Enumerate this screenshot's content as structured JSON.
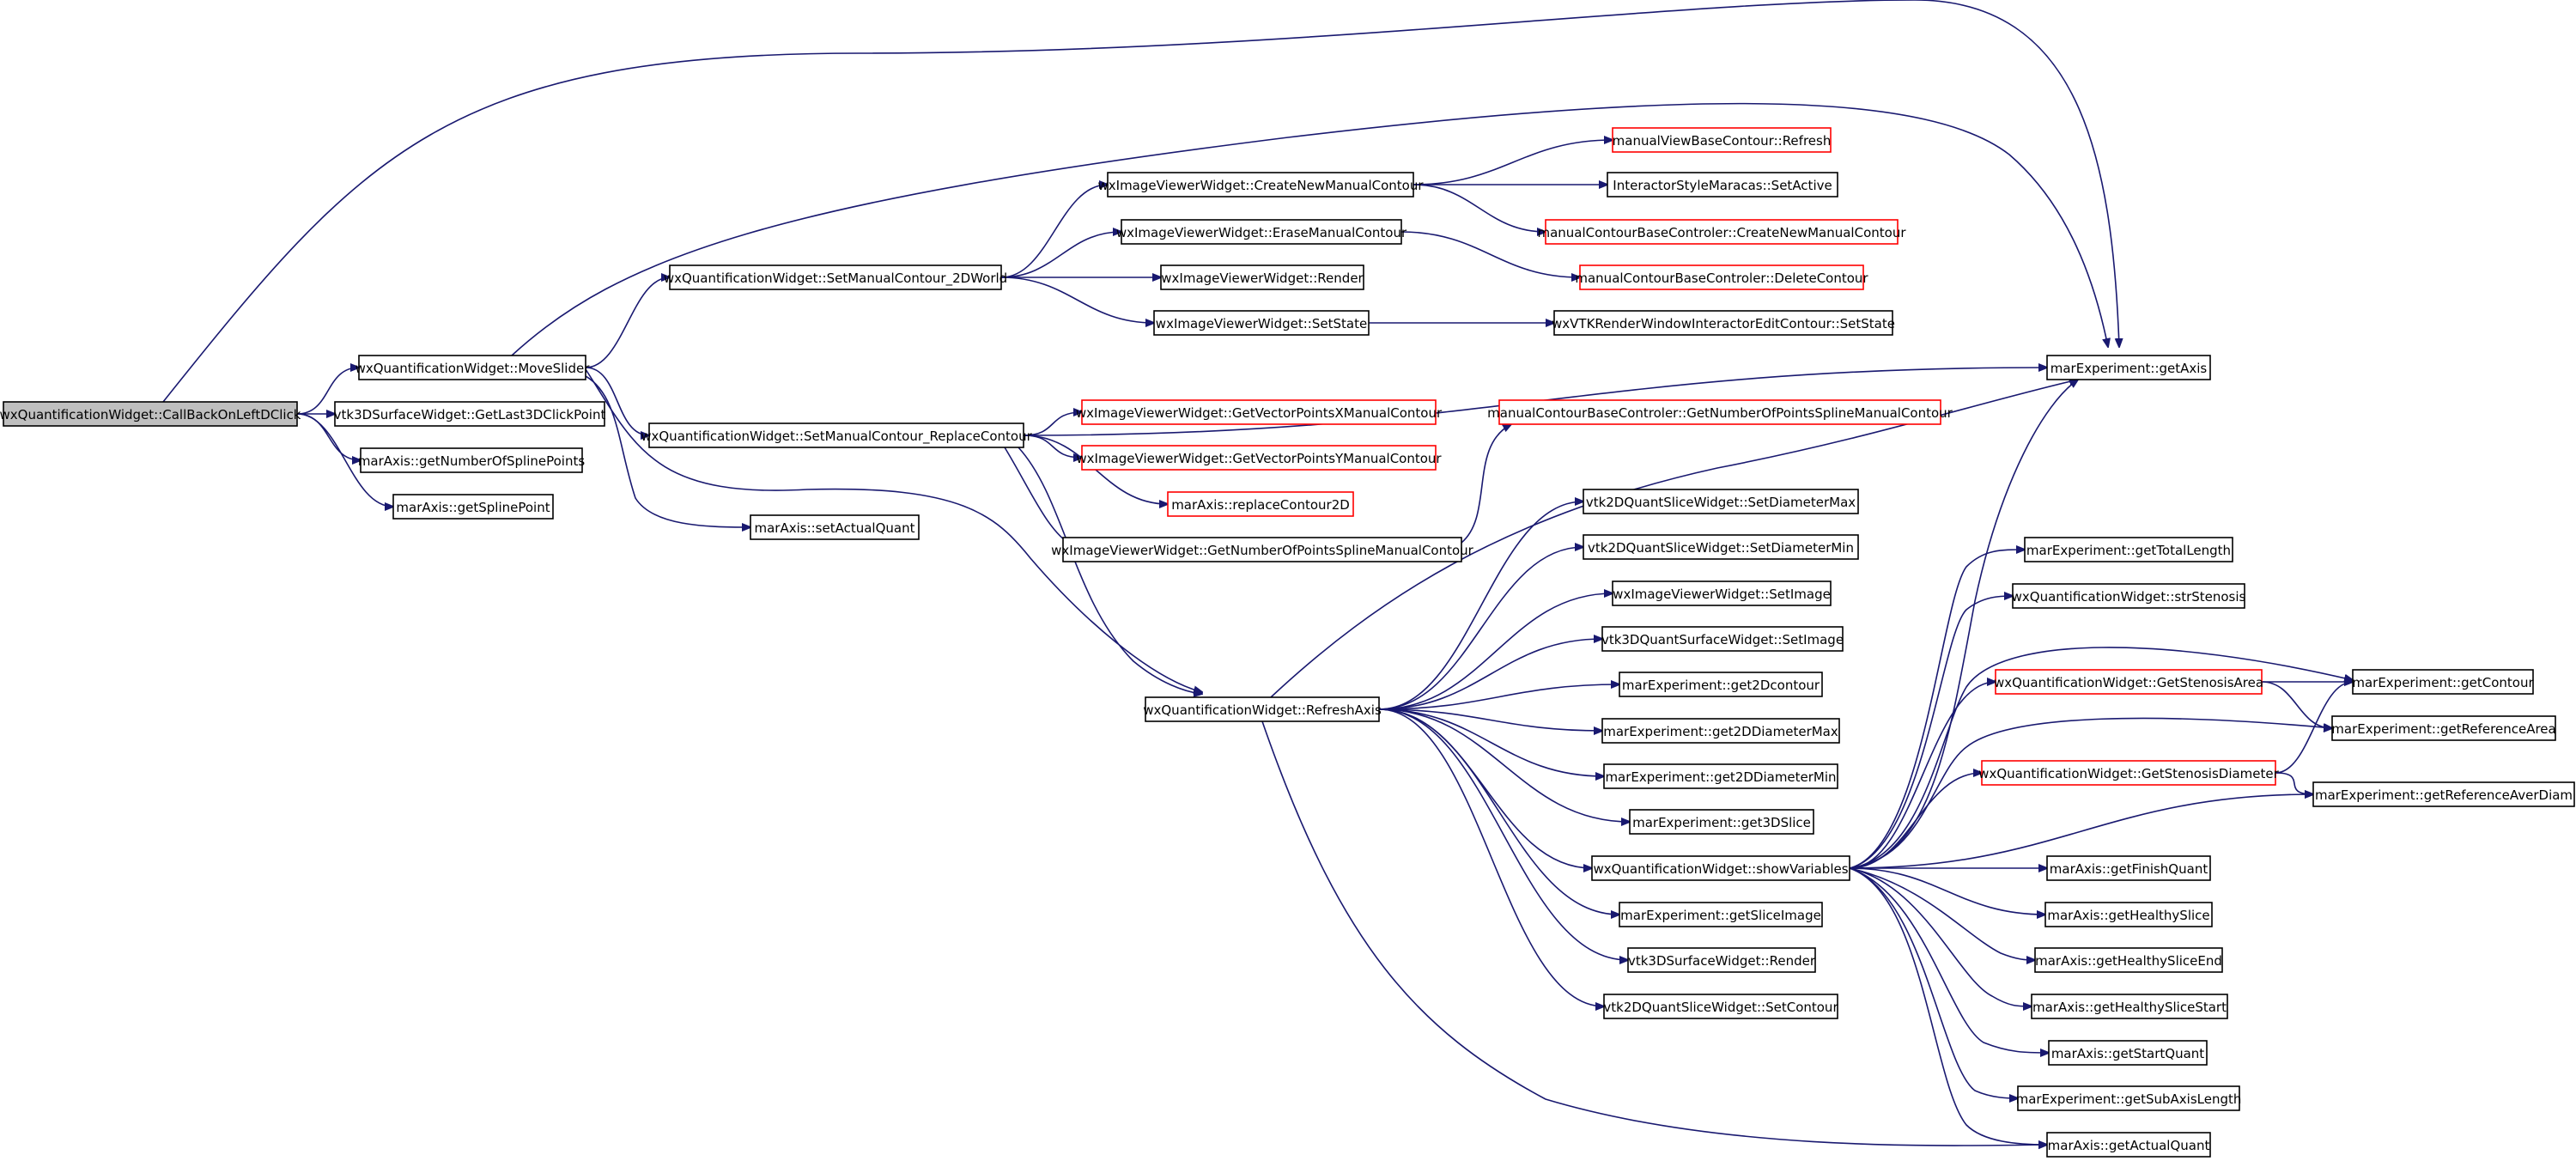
{
  "colors": {
    "edge": "#191970",
    "node_border": "#000000",
    "node_border_external": "#ff0000",
    "root_fill": "#bfbfbf",
    "node_fill": "#ffffff"
  },
  "nodes": [
    {
      "id": "root",
      "label": "wxQuantificationWidget::CallBackOnLeftDClick",
      "style": "root"
    },
    {
      "id": "moveslider",
      "label": "wxQuantificationWidget::MoveSlider",
      "style": "normal"
    },
    {
      "id": "getlast3d",
      "label": "vtk3DSurfaceWidget::GetLast3DClickPoint",
      "style": "normal"
    },
    {
      "id": "getnumspline",
      "label": "marAxis::getNumberOfSplinePoints",
      "style": "normal"
    },
    {
      "id": "getsplinepoint",
      "label": "marAxis::getSplinePoint",
      "style": "normal"
    },
    {
      "id": "setmanual2d",
      "label": "wxQuantificationWidget::SetManualContour_2DWorld",
      "style": "normal"
    },
    {
      "id": "setmanualreplace",
      "label": "wxQuantificationWidget::SetManualContour_ReplaceContour",
      "style": "normal"
    },
    {
      "id": "setactualquant",
      "label": "marAxis::setActualQuant",
      "style": "normal"
    },
    {
      "id": "createnewmanual",
      "label": "wxImageViewerWidget::CreateNewManualContour",
      "style": "normal"
    },
    {
      "id": "erasemanual",
      "label": "wxImageViewerWidget::EraseManualContour",
      "style": "normal"
    },
    {
      "id": "ivrender",
      "label": "wxImageViewerWidget::Render",
      "style": "normal"
    },
    {
      "id": "ivsetstate",
      "label": "wxImageViewerWidget::SetState",
      "style": "normal"
    },
    {
      "id": "mvbrefresh",
      "label": "manualViewBaseContour::Refresh",
      "style": "external"
    },
    {
      "id": "isetactive",
      "label": "InteractorStyleMaracas::SetActive",
      "style": "normal"
    },
    {
      "id": "mcbcreate",
      "label": "manualContourBaseControler::CreateNewManualContour",
      "style": "external"
    },
    {
      "id": "mcbdelete",
      "label": "manualContourBaseControler::DeleteContour",
      "style": "external"
    },
    {
      "id": "vtkrwsetstate",
      "label": "wxVTKRenderWindowInteractorEditContour::SetState",
      "style": "normal"
    },
    {
      "id": "getaxis",
      "label": "marExperiment::getAxis",
      "style": "normal"
    },
    {
      "id": "getvpx",
      "label": "wxImageViewerWidget::GetVectorPointsXManualContour",
      "style": "external"
    },
    {
      "id": "getvpy",
      "label": "wxImageViewerWidget::GetVectorPointsYManualContour",
      "style": "external"
    },
    {
      "id": "replacecontour",
      "label": "marAxis::replaceContour2D",
      "style": "external"
    },
    {
      "id": "ivgetnumpts",
      "label": "wxImageViewerWidget::GetNumberOfPointsSplineManualContour",
      "style": "normal"
    },
    {
      "id": "mcbgetnumpts",
      "label": "manualContourBaseControler::GetNumberOfPointsSplineManualContour",
      "style": "external"
    },
    {
      "id": "refreshaxis",
      "label": "wxQuantificationWidget::RefreshAxis",
      "style": "normal"
    },
    {
      "id": "setdiammax",
      "label": "vtk2DQuantSliceWidget::SetDiameterMax",
      "style": "normal"
    },
    {
      "id": "setdiammin",
      "label": "vtk2DQuantSliceWidget::SetDiameterMin",
      "style": "normal"
    },
    {
      "id": "ivsetimage",
      "label": "wxImageViewerWidget::SetImage",
      "style": "normal"
    },
    {
      "id": "v3dsetimage",
      "label": "vtk3DQuantSurfaceWidget::SetImage",
      "style": "normal"
    },
    {
      "id": "get2dcontour",
      "label": "marExperiment::get2Dcontour",
      "style": "normal"
    },
    {
      "id": "get2ddiammax",
      "label": "marExperiment::get2DDiameterMax",
      "style": "normal"
    },
    {
      "id": "get2ddiammin",
      "label": "marExperiment::get2DDiameterMin",
      "style": "normal"
    },
    {
      "id": "get3dslice",
      "label": "marExperiment::get3DSlice",
      "style": "normal"
    },
    {
      "id": "showvariables",
      "label": "wxQuantificationWidget::showVariables",
      "style": "normal"
    },
    {
      "id": "getsliceimage",
      "label": "marExperiment::getSliceImage",
      "style": "normal"
    },
    {
      "id": "v3drender",
      "label": "vtk3DSurfaceWidget::Render",
      "style": "normal"
    },
    {
      "id": "setcontour",
      "label": "vtk2DQuantSliceWidget::SetContour",
      "style": "normal"
    },
    {
      "id": "gettotallength",
      "label": "marExperiment::getTotalLength",
      "style": "normal"
    },
    {
      "id": "strstenosis",
      "label": "wxQuantificationWidget::strStenosis",
      "style": "normal"
    },
    {
      "id": "getstenosisarea",
      "label": "wxQuantificationWidget::GetStenosisArea",
      "style": "external"
    },
    {
      "id": "getstenosisdiam",
      "label": "wxQuantificationWidget::GetStenosisDiameter",
      "style": "external"
    },
    {
      "id": "getfinishquant",
      "label": "marAxis::getFinishQuant",
      "style": "normal"
    },
    {
      "id": "gethealthyslice",
      "label": "marAxis::getHealthySlice",
      "style": "normal"
    },
    {
      "id": "gethealthysliceend",
      "label": "marAxis::getHealthySliceEnd",
      "style": "normal"
    },
    {
      "id": "gethealthyslicestart",
      "label": "marAxis::getHealthySliceStart",
      "style": "normal"
    },
    {
      "id": "getstartquant",
      "label": "marAxis::getStartQuant",
      "style": "normal"
    },
    {
      "id": "getsubaxislength",
      "label": "marExperiment::getSubAxisLength",
      "style": "normal"
    },
    {
      "id": "getactualquant",
      "label": "marAxis::getActualQuant",
      "style": "normal"
    },
    {
      "id": "getcontour",
      "label": "marExperiment::getContour",
      "style": "normal"
    },
    {
      "id": "getreferencearea",
      "label": "marExperiment::getReferenceArea",
      "style": "normal"
    },
    {
      "id": "getreferenceaverdiam",
      "label": "marExperiment::getReferenceAverDiam",
      "style": "normal"
    }
  ],
  "edges": [
    [
      "root",
      "moveslider"
    ],
    [
      "root",
      "getlast3d"
    ],
    [
      "root",
      "getnumspline"
    ],
    [
      "root",
      "getsplinepoint"
    ],
    [
      "root",
      "getaxis"
    ],
    [
      "moveslider",
      "setmanual2d"
    ],
    [
      "moveslider",
      "setmanualreplace"
    ],
    [
      "moveslider",
      "setactualquant"
    ],
    [
      "moveslider",
      "refreshaxis"
    ],
    [
      "moveslider",
      "getaxis"
    ],
    [
      "setmanual2d",
      "createnewmanual"
    ],
    [
      "setmanual2d",
      "erasemanual"
    ],
    [
      "setmanual2d",
      "ivrender"
    ],
    [
      "setmanual2d",
      "ivsetstate"
    ],
    [
      "createnewmanual",
      "mvbrefresh"
    ],
    [
      "createnewmanual",
      "isetactive"
    ],
    [
      "createnewmanual",
      "mcbcreate"
    ],
    [
      "erasemanual",
      "mcbdelete"
    ],
    [
      "ivsetstate",
      "vtkrwsetstate"
    ],
    [
      "setmanualreplace",
      "getaxis"
    ],
    [
      "setmanualreplace",
      "getvpx"
    ],
    [
      "setmanualreplace",
      "getvpy"
    ],
    [
      "setmanualreplace",
      "replacecontour"
    ],
    [
      "setmanualreplace",
      "ivgetnumpts"
    ],
    [
      "setmanualreplace",
      "refreshaxis"
    ],
    [
      "ivgetnumpts",
      "mcbgetnumpts"
    ],
    [
      "refreshaxis",
      "getaxis"
    ],
    [
      "refreshaxis",
      "setdiammax"
    ],
    [
      "refreshaxis",
      "setdiammin"
    ],
    [
      "refreshaxis",
      "ivsetimage"
    ],
    [
      "refreshaxis",
      "v3dsetimage"
    ],
    [
      "refreshaxis",
      "get2dcontour"
    ],
    [
      "refreshaxis",
      "get2ddiammax"
    ],
    [
      "refreshaxis",
      "get2ddiammin"
    ],
    [
      "refreshaxis",
      "get3dslice"
    ],
    [
      "refreshaxis",
      "showvariables"
    ],
    [
      "refreshaxis",
      "getsliceimage"
    ],
    [
      "refreshaxis",
      "v3drender"
    ],
    [
      "refreshaxis",
      "setcontour"
    ],
    [
      "refreshaxis",
      "getactualquant"
    ],
    [
      "showvariables",
      "getaxis"
    ],
    [
      "showvariables",
      "gettotallength"
    ],
    [
      "showvariables",
      "strstenosis"
    ],
    [
      "showvariables",
      "getstenosisarea"
    ],
    [
      "showvariables",
      "getstenosisdiam"
    ],
    [
      "showvariables",
      "getfinishquant"
    ],
    [
      "showvariables",
      "gethealthyslice"
    ],
    [
      "showvariables",
      "gethealthysliceend"
    ],
    [
      "showvariables",
      "gethealthyslicestart"
    ],
    [
      "showvariables",
      "getstartquant"
    ],
    [
      "showvariables",
      "getsubaxislength"
    ],
    [
      "showvariables",
      "getactualquant"
    ],
    [
      "showvariables",
      "getcontour"
    ],
    [
      "showvariables",
      "getreferencearea"
    ],
    [
      "showvariables",
      "getreferenceaverdiam"
    ],
    [
      "getstenosisarea",
      "getcontour"
    ],
    [
      "getstenosisarea",
      "getreferencearea"
    ],
    [
      "getstenosisdiam",
      "getcontour"
    ],
    [
      "getstenosisdiam",
      "getreferenceaverdiam"
    ]
  ]
}
